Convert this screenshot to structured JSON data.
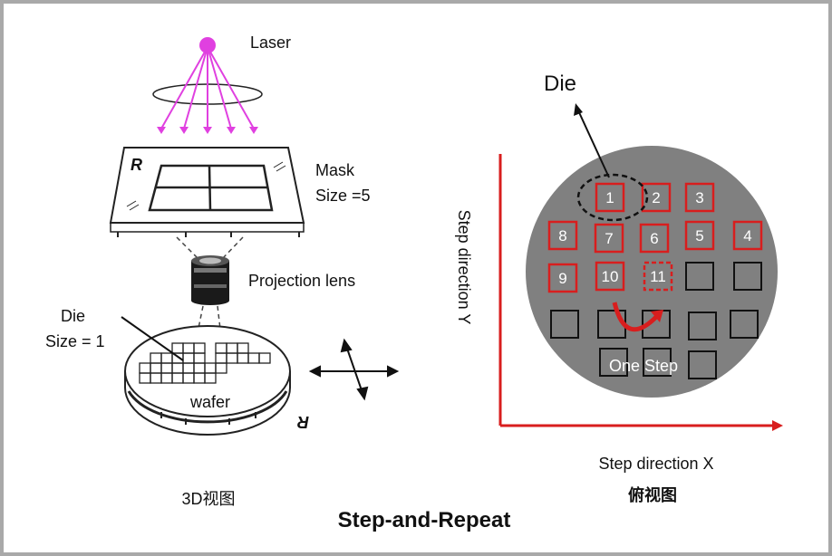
{
  "colors": {
    "laser": "#e040e0",
    "axis": "#d81e1e",
    "wafer_top": "#808080",
    "die_exposed": "#d81e1e",
    "die_unexposed": "#111111",
    "step_arrow": "#d81e1e"
  },
  "left_panel": {
    "laser_label": "Laser",
    "mask_label_line1": "Mask",
    "mask_label_line2": "Size =5",
    "mask_corner_letter": "R",
    "lens_label": "Projection lens",
    "die_label_line1": "Die",
    "die_label_line2": "Size = 1",
    "wafer_label": "wafer",
    "wafer_corner_letter": "R",
    "caption": "3D视图"
  },
  "right_panel": {
    "die_label": "Die",
    "axis_y_label": "Step direction Y",
    "axis_x_label": "Step direction X",
    "step_label": "One Step",
    "caption": "俯视图",
    "dies_numbered": [
      "1",
      "2",
      "3",
      "4",
      "5",
      "6",
      "7",
      "8",
      "9",
      "10",
      "11"
    ]
  },
  "title": "Step-and-Repeat"
}
